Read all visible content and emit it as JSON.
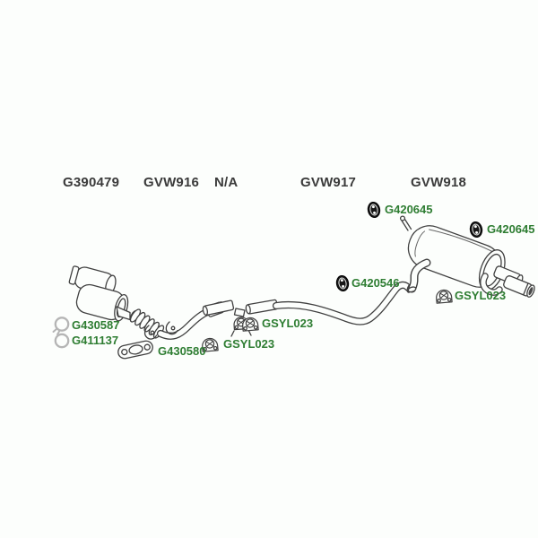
{
  "diagram": {
    "background_color": "#fcfefc",
    "line_color": "#404040",
    "part_link_color": "#2e7d32",
    "header_text_color": "#3b3b3b",
    "hanger_fill_color": "#161616",
    "light_icon_color": "#b5b5b5",
    "headers": [
      {
        "label": "G390479"
      },
      {
        "label": "GVW916"
      },
      {
        "label": "N/A"
      },
      {
        "label": "GVW917"
      },
      {
        "label": "GVW918"
      }
    ],
    "parts": [
      {
        "label": "G420645",
        "icon": "rubber-hanger-icon"
      },
      {
        "label": "G420645",
        "icon": "rubber-hanger-icon"
      },
      {
        "label": "G420546",
        "icon": "rubber-hanger-icon"
      },
      {
        "label": "GSYL023",
        "icon": "pipe-clamp-icon"
      },
      {
        "label": "GSYL023",
        "icon": "pipe-clamp-icon"
      },
      {
        "label": "GSYL023",
        "icon": "pipe-clamp-icon"
      },
      {
        "label": "G430587",
        "icon": "clamp-ring-icon"
      },
      {
        "label": "G411137",
        "icon": "sealing-ring-icon"
      },
      {
        "label": "G430580",
        "icon": "flange-gasket-icon"
      }
    ]
  }
}
